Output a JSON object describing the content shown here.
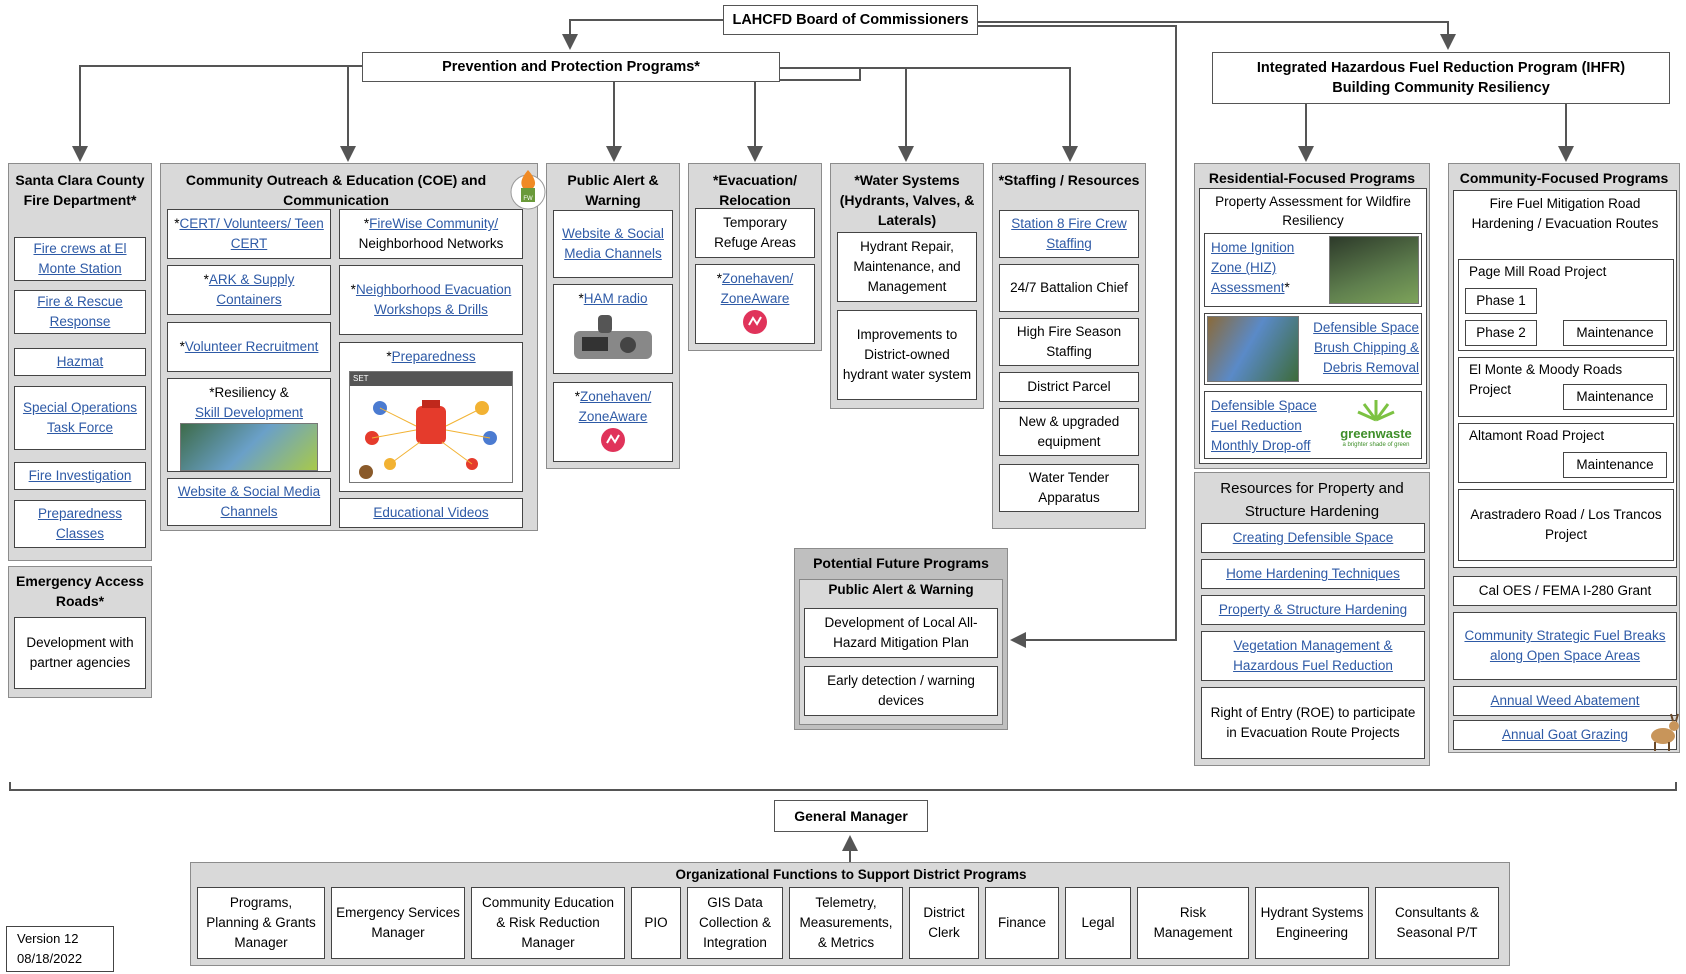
{
  "top": {
    "board": "LAHCFD Board of Commissioners",
    "prevention": "Prevention and Protection Programs*",
    "ihfr_line1": "Integrated Hazardous Fuel Reduction Program (IHFR)",
    "ihfr_line2": "Building Community Resiliency"
  },
  "santa_clara": {
    "head": "Santa Clara County Fire Department*",
    "items": [
      "Fire crews at El Monte Station",
      "Fire & Rescue Response",
      "Hazmat",
      "Special Operations Task Force",
      "Fire Investigation",
      "Preparedness Classes"
    ]
  },
  "emergency_roads": {
    "head": "Emergency Access Roads*",
    "item": "Development with partner agencies"
  },
  "coe": {
    "head": "Community Outreach & Education (COE) and Communication",
    "cert_link": "CERT/ Volunteers/ Teen CERT",
    "firewise_link": "FireWise Community/",
    "firewise_text": "Neighborhood Networks",
    "ark_link": "ARK & Supply Containers",
    "evac_link": "Neighborhood Evacuation Workshops & Drills",
    "volunteer_link": "Volunteer Recruitment",
    "preparedness_link": "Preparedness",
    "resiliency_text": "Resiliency &",
    "skill_link": "Skill Development",
    "website_link": "Website & Social Media Channels",
    "videos_link": "Educational Videos",
    "set_badge": "SET"
  },
  "public_alert": {
    "head": "Public Alert & Warning",
    "website_link": "Website & Social Media Channels",
    "ham_link": "HAM radio",
    "zone_link": "Zonehaven/ ZoneAware"
  },
  "evacuation": {
    "head": "*Evacuation/ Relocation",
    "temp": "Temporary Refuge Areas",
    "zone_link": "Zonehaven/ ZoneAware"
  },
  "water": {
    "head": "*Water Systems (Hydrants, Valves, & Laterals)",
    "items": [
      "Hydrant Repair, Maintenance, and Management",
      "Improvements to District-owned hydrant water system"
    ]
  },
  "staffing": {
    "head": "*Staffing / Resources",
    "station8_link": "Station 8 Fire Crew Staffing",
    "items": [
      "24/7 Battalion Chief",
      "High Fire Season Staffing",
      "District Parcel",
      "New & upgraded equipment",
      "Water Tender Apparatus"
    ]
  },
  "future": {
    "head": "Potential Future Programs",
    "sub": "Public Alert & Warning",
    "items": [
      "Development of Local All-Hazard Mitigation Plan",
      "Early detection / warning devices"
    ]
  },
  "residential": {
    "head": "Residential-Focused Programs",
    "assessment_title": "Property Assessment for Wildfire Resiliency",
    "hiz_link": "Home Ignition Zone (HIZ) Assessment",
    "chipping_link": "Defensible Space Brush Chipping & Debris Removal",
    "dropoff_link": "Defensible Space Fuel Reduction Monthly Drop-off",
    "greenwaste": "greenwaste",
    "greenwaste_tag": "a brighter shade of green"
  },
  "resources": {
    "head": "Resources for Property and Structure Hardening",
    "links": [
      "Creating Defensible Space",
      "Home Hardening Techniques",
      "Property & Structure Hardening",
      "Vegetation Management & Hazardous Fuel Reduction"
    ],
    "roe": "Right of Entry (ROE) to participate in Evacuation Route Projects"
  },
  "community": {
    "head": "Community-Focused Programs",
    "mitigation_title": "Fire Fuel Mitigation Road Hardening / Evacuation Routes",
    "page_mill": "Page Mill Road Project",
    "phase1": "Phase 1",
    "phase2": "Phase 2",
    "maintenance": "Maintenance",
    "el_monte": "El Monte & Moody Roads Project",
    "altamont": "Altamont Road Project",
    "arastradero": "Arastradero Road / Los Trancos Project",
    "cal_oes": "Cal OES / FEMA I-280 Grant",
    "breaks_link": "Community Strategic Fuel Breaks along Open Space Areas",
    "weed_link": "Annual Weed Abatement",
    "goat_link": "Annual Goat Grazing"
  },
  "gm": {
    "label": "General Manager"
  },
  "org": {
    "head": "Organizational Functions to Support District Programs",
    "items": [
      "Programs, Planning & Grants Manager",
      "Emergency Services Manager",
      "Community Education & Risk Reduction Manager",
      "PIO",
      "GIS Data Collection & Integration",
      "Telemetry, Measurements, & Metrics",
      "District Clerk",
      "Finance",
      "Legal",
      "Risk Management",
      "Hydrant Systems Engineering",
      "Consultants & Seasonal P/T"
    ]
  },
  "version": {
    "line1": "Version 12",
    "line2": "08/18/2022"
  },
  "colors": {
    "link": "#2e5aa6",
    "panel": "#d9d9d9",
    "zone_icon": "#e0335a"
  }
}
